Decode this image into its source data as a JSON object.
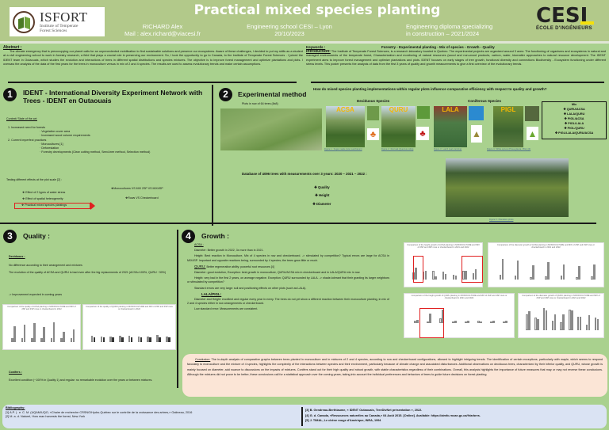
{
  "header": {
    "title": "Practical mixed species planting",
    "isfort_logo": {
      "name": "ISFORT",
      "subtitle_line1": "Institute of Temperate",
      "subtitle_line2": "Forest Sciences"
    },
    "author_name": "RICHARD Alex",
    "author_mail": "Mail : alex.richard@viacesi.fr",
    "school": "Engineering school CESI – Lyon",
    "date": "20/10/2023",
    "diploma_line1": "Engineering diploma specializing",
    "diploma_line2": "in construction – 2021/2024",
    "cesi_logo": {
      "name": "CESI",
      "subtitle": "ÉCOLE D'INGÉNIEURS"
    }
  },
  "abstract": {
    "label": "Abstract :",
    "text": "The climate emergency that is preoccupying our planet calls for an unprecedented mobilisation to find sustainable solutions and preserve our ecosystems. Aware of these challenges, I decided to put my skills as a student at a civil engineering school to work in forestry research, a field that plays a crucial role in preserving our environment. So, I took the opportunity to go to Canada, to the Institute of Temperate Forest Sciences . I joined the IDENT team in Outaouais, which studies the evolution and interactions of trees in different spatial distributions and species mixtures. The objective is to improve forest management and optimize plantations and plots. I oversaw the analysis of the data of the first years for the trees in monoculture versus in mix of 2 and 4 species. The results are used to assess evolutionary trends and make certain assumptions."
  },
  "keywords": {
    "label": "Keywords :",
    "value": "Forestry - Experimental planting - Mix of species - Growth - Quality"
  },
  "introduction": {
    "label": "Introduction:",
    "text": "The Institute of Temperate Forest Sciences, is a research laboratory located in Quebec. The experimental projects are organized around 3 axes: The functioning of organisms and ecosystems in natural and managed environments of the temperate forest, Characterization and monitoring of natural resources (wood and non-wood products, carbon, water, biomatter approaches to natural resource development. The IDENT experiment aims to improve forest management and optimize plantations and plots. IDENT focuses on early stages of tree growth, functional diversity and connections Biodiversity - Ecosystem functioning under different stress levels. This poster presents the analysis of data from the first 3 years of quality and growth measurements to give a first overview of the evolutionary trends."
  },
  "section1": {
    "number": "1",
    "title": "IDENT - International Diversity Experiment Network with Trees - IDENT en Outaouais",
    "context_label": "Context/ State of the art:",
    "items": [
      {
        "label": "1.   Increased need for forests",
        "sub": [
          "Vegetation cover area",
          "Increased wood volume requirements"
        ]
      },
      {
        "label": "2.   Current imperfect practices",
        "sub": [
          "Monocultures [1]",
          "Deforestation",
          "Forestry developments (Clear cutting method, Seed-tree method, Selection method)"
        ]
      }
    ],
    "testing_label": "Testing different effects at the plot scale [2] :",
    "effects": [
      "❖ Effect of 2 types of water stress",
      "❖ Effect of spatial heterogeneity",
      "❖ Practical mixed species plantings"
    ],
    "comparisons": [
      "❖Monocultures VS MIX 2SP VS MIX4SP",
      "❖Rows VS Checkerboard"
    ]
  },
  "section2": {
    "number": "2",
    "title": "Experimental method",
    "question": "How do mixed species planting implementations within regular plots influence comparative efficiency with respect to quality and growth?",
    "plots_caption": "Plots in row of 64 trees (8x8)",
    "deciduous_label": "Deciduous Species",
    "coniferous_label": "Coniferous Species",
    "species": [
      {
        "code": "ACSA",
        "caption": "Figure 1 : Sugar maple (Acer saccharum)"
      },
      {
        "code": "QURU",
        "caption": "Figure 2 : Red oak (Quercus rubra)"
      },
      {
        "code": "LALA",
        "caption": "Figure 3 : Larch (Larix laricina)"
      },
      {
        "code": "PIGL",
        "caption": "Figure 4 : White spruce (Picea glauca, PIGL) [4]"
      }
    ],
    "mix": {
      "title": "Mix",
      "items": [
        "❖ QURU/ACSA",
        "❖ LALA/QURU",
        "❖ PIGL/ACSA",
        "❖ PIGL/LALA",
        "❖ PIGL/QURU",
        "❖ PIGL/LALA/QURU/ACSA"
      ]
    },
    "database": "Database of 4096 trees with measurements over 3 years: 2020 – 2021 – 2022 :",
    "measures": [
      "❖ Quality",
      "❖ Height",
      "❖ Diameter"
    ],
    "plantation_caption": "Figure 5 : Plantation photo"
  },
  "section3": {
    "number": "3",
    "title": "Quality :",
    "deciduous_label": "Deciduous :",
    "p1": "No difference according to their arrangement and mixtures",
    "p2": "The evolution of the quality of ACSA and QURU is bad even after the big replacements of 2021 (ACSA>100%, QURU ~30%)",
    "p3": "-> Improvement expected in coming years",
    "chart_titles": [
      "Comparison of the quality of ACSA planting in MONOCULTURE and MIX of 2SP and 4SP rows or checkerboard in 2022",
      "Comparison of the quality of QURU planting in MONOCULTURE and MIX of 2SP and 4SP rows or checkerboard in 2022"
    ],
    "conifers_label": "Conifers :",
    "conifers_text": "Excellent condition (~100% in Quality 1) and regular: no remarkable evolution over the years or between mixtures."
  },
  "section4": {
    "number": "4",
    "title": "Growth :",
    "acsa_label": "ACSA :",
    "acsa_p1": "Diameter: Better growth in 2022, 3x more than in 2021.",
    "acsa_p2": "Height: Best reaction in Monoculture, Mix of 4 species in row and checkerboard. -> stimulated by competition? Typical errors are large for ACSA in MIX4SP. Important and opposite reactions being, surrounded by 4 species; the trees grow little or much.",
    "quru_label": "QURU:",
    "quru_head": " Better regenerative ability: powerful root resources [4]",
    "quru_p1": "Diameter: good evolution, Exception: best growth in monoculture, QURU/ACSA mix in checkerboard and in LALA/QURU mix in row.",
    "quru_p2": "Height: very bad in the first 2 years, on average negative. Exception: QURU surrounded by LALA. -> shade-tolerant that their granting its larger neighbors or stimulated by competition?",
    "quru_p3": "Standard errors are very large: soil and positioning effects on other plots (such as LALA).",
    "lala_label": "LALA/PIGL:",
    "lala_p1": "Diameter and Height: excellent and regular every year in every. The trees do not yet show a different reaction between their monoculture planting, in mix of 2 and 4 species either in row arrangements or checkerboard.",
    "lala_p2": "Low standard error: Measurements are consistent.",
    "chart_titles": [
      "Comparison of the height growth of ACSA planting in MONOCULTURE and MIX of 2SP and 4SP rows or checkerboard in 2021 and 2022",
      "Comparison of the diameter growth of ACSA planting in MONOCULTURE and MIX of 2SP and 4SP rows or checkerboard in 2021 and 2022",
      "Comparison of the height growth of QURU planting in MONOCULTURE and MIX of 2SP and 4SP rows or checkerboard in 2021 and 2022",
      "Comparison of the diameter growth of QURU planting in MONOCULTURE and MIX of 2SP and 4SP rows or checkerboard in 2021 and 2022"
    ]
  },
  "conclusion": {
    "label": "Conclusion:",
    "text": " The in-depth analysis of comparative graphs between trees planted in monoculture and in mixtures of 2 and 4 species, according to row and checkerboard configurations, allowed to highlight intriguing trends. The identification of certain exceptions, particularly with maple, which seems to respond favorably to monoculture and the mixture of 4 species, highlights the complexity of the interactions between species and their environment, particularly because of climate change and associated disturbances. Additional observations on deciduous trees, characterized by their inferior quality, and QURU, whose growth is mainly focused on diameter, add nuance to discussions on the impacts of mixtures. Conifers stand out for their high quality and robust growth, with stable characteristics regardless of their combinations. Overall, this analysis highlights the importance of future measures that may or may not reverse these conclusions. Although the mixtures did not prove to be better, these conclusions call for a statistical approach over the coming years, taking into account the individual preferences and behaviors of trees to guide future decisions on forest planting."
  },
  "bibliography": {
    "label": "Bibliography:",
    "left": [
      "[1] A.P. | . e. C. M. (UQAM/UQO, «Chaire de recherche CRSNG/Hydro-Québec sur le contrôle de la croissance des arbres,» Gatineau, 2016",
      "[2] M. a. d. Naturel, How man harvests the forest, New-York"
    ],
    "right": [
      "[3] B. Gendreau-Berthiaume, « IDENT Outaouais, TreeDivNet présentation », 2022.",
      "[4] G. d. Canada, «Ressources naturelles au Canada,» 04 Août 2015. [Online]. Available: https://aimfc.rncan.gc.ca/fr/arbres.",
      "[5] J. TIMAL, Le chêne rouge d'Amérique, INRA, 1994"
    ]
  },
  "colors": {
    "background": "#a9d18e",
    "header": "#b2c98a",
    "conclusion_bg": "#fbe5d6",
    "bibliography_bg": "#dae3f3",
    "species_label": "#f7b800",
    "highlight_box": "#e02020",
    "cesi_accent": "#f4e10c"
  }
}
